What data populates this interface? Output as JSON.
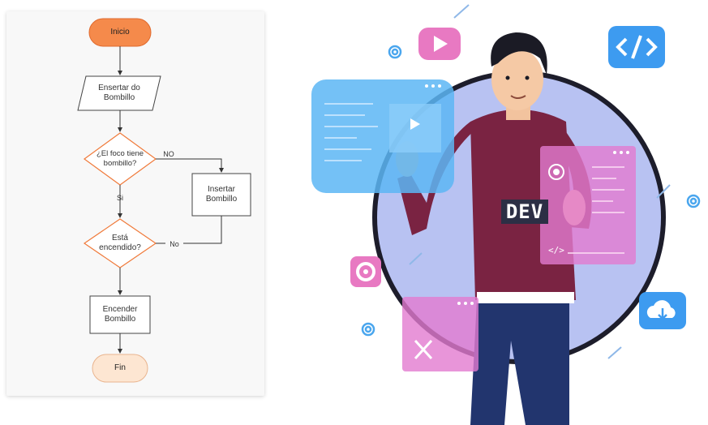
{
  "flowchart": {
    "start": "Inicio",
    "insert_bulb": "Ensertar do\nBombillo",
    "decision_1": "¿El foco tiene\nbombillo?",
    "decision_1_yes": "Si",
    "decision_1_no": "NO",
    "side_action": "Insertar\nBombillo",
    "decision_2": "Está\nencendido?",
    "decision_2_no": "No",
    "turn_on": "Encender\nBombillo",
    "end": "Fin"
  },
  "illustration": {
    "hoodie_label": "DEV"
  },
  "colors": {
    "start_fill": "#f58a4b",
    "end_fill": "#fde6d2",
    "decision_stroke": "#f07a3a",
    "circle": "#b8c2f2",
    "pink_icon": "#e879c2",
    "blue_icon": "#3d9bf0",
    "hoodie": "#7a2342"
  }
}
